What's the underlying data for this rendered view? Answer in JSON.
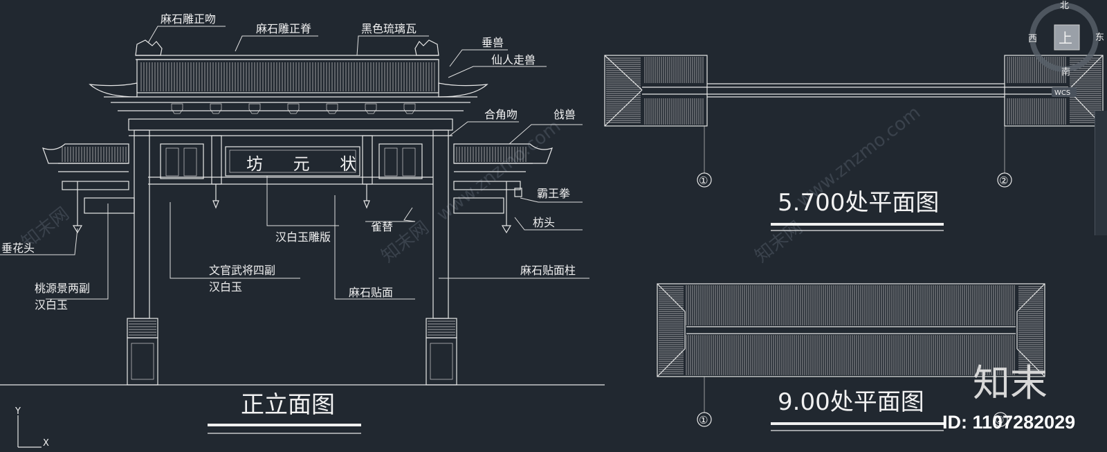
{
  "front_elevation": {
    "title": "正立面图",
    "sign_text": "坊 元 状",
    "labels": {
      "ridge_ornament": "麻石雕正吻",
      "main_ridge": "麻石雕正脊",
      "glazed_tile": "黑色琉璃瓦",
      "ridge_beast": "垂兽",
      "immortal_beasts": "仙人走兽",
      "corner_kiss": "合角吻",
      "qiang_beast": "戗兽",
      "bawang_bracket": "霸王拳",
      "beam_head": "枋头",
      "pillar_facing": "麻石贴面柱",
      "hanging_flower": "垂花头",
      "peach_panel_line1": "桃源景两副",
      "peach_panel_line2": "汉白玉",
      "carved_board": "汉白玉雕版",
      "que_ti": "雀替",
      "officials_line1": "文官武将四副",
      "officials_line2": "汉白玉",
      "stone_facing": "麻石贴面"
    }
  },
  "plan_upper": {
    "title": "5.700处平面图",
    "axis_left": "①",
    "axis_right": "②"
  },
  "plan_lower": {
    "title": "9.00处平面图",
    "axis_left": "①",
    "axis_right": "②"
  },
  "viewcube": {
    "north": "北",
    "south": "南",
    "east": "东",
    "west": "西",
    "top": "上",
    "wcs": "WCS"
  },
  "ucs": {
    "x": "X",
    "y": "Y"
  },
  "watermark": {
    "text": "www.znzmo.com",
    "brand": "知末网",
    "logo": "知末",
    "id_label": "ID: 1107282029"
  },
  "colors": {
    "background": "#212830",
    "lines": "#e8e8e8"
  }
}
